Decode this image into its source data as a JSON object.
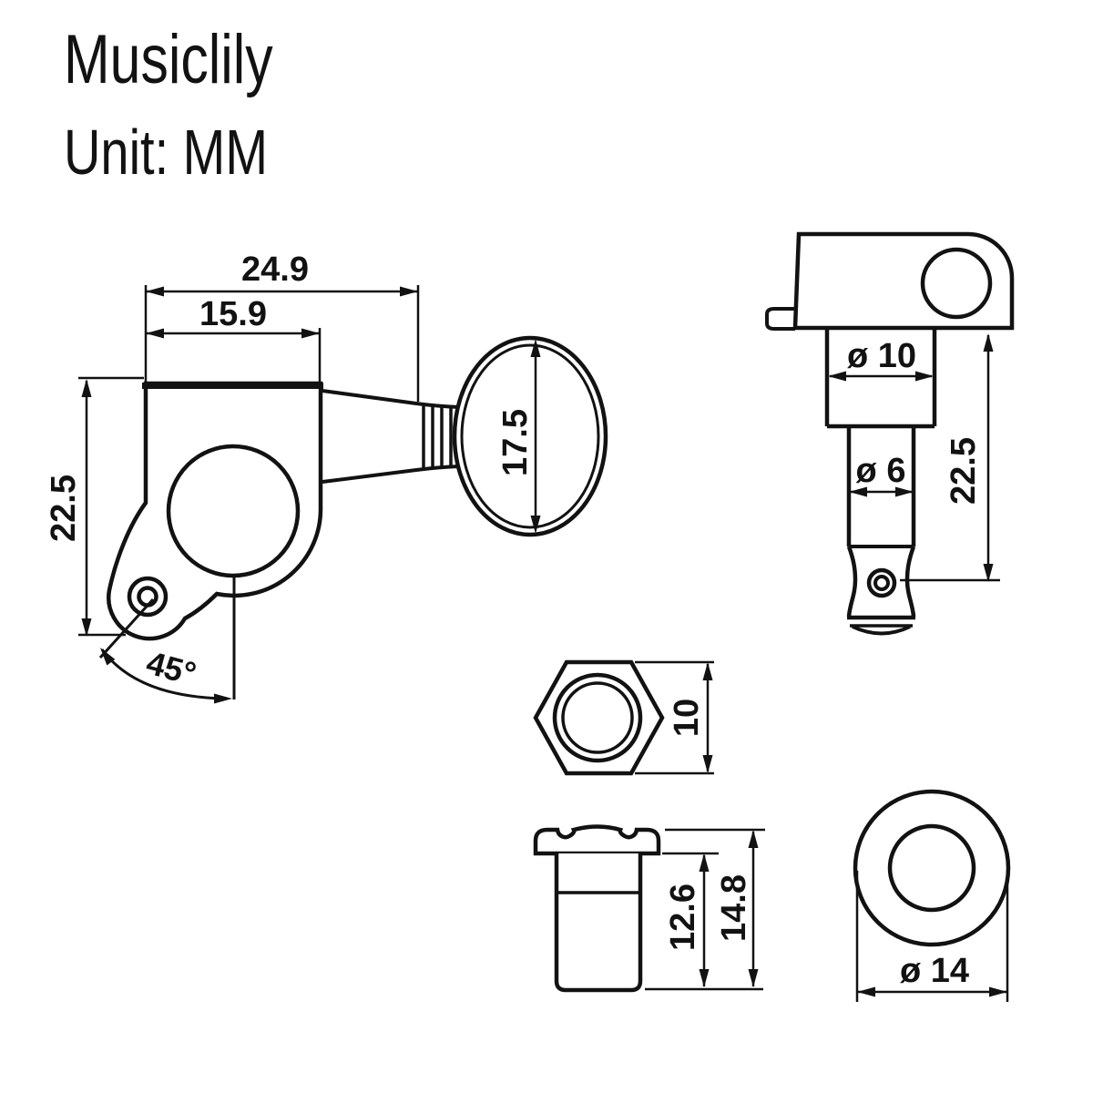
{
  "title": {
    "brand": "Musiclily",
    "unit": "Unit: MM"
  },
  "colors": {
    "ink": "#121212",
    "paper": "#ffffff"
  },
  "side_view": {
    "label": "tuner-machine-head-side-view",
    "dim_total_width": "24.9",
    "dim_body_width": "15.9",
    "dim_body_height": "22.5",
    "dim_button_dia": "17.5",
    "dim_plate_angle": "45°"
  },
  "front_view": {
    "label": "tuner-machine-head-front-view",
    "dim_upper_dia": "ø 10",
    "dim_post_dia": "ø 6",
    "dim_height": "22.5"
  },
  "hex_nut": {
    "label": "hex-nut-view",
    "dim_thickness": "10"
  },
  "bushing": {
    "label": "bushing-side-view",
    "dim_inner_height": "12.6",
    "dim_total_height": "14.8"
  },
  "washer": {
    "label": "washer-top-view",
    "dim_outer_dia": "ø 14"
  }
}
